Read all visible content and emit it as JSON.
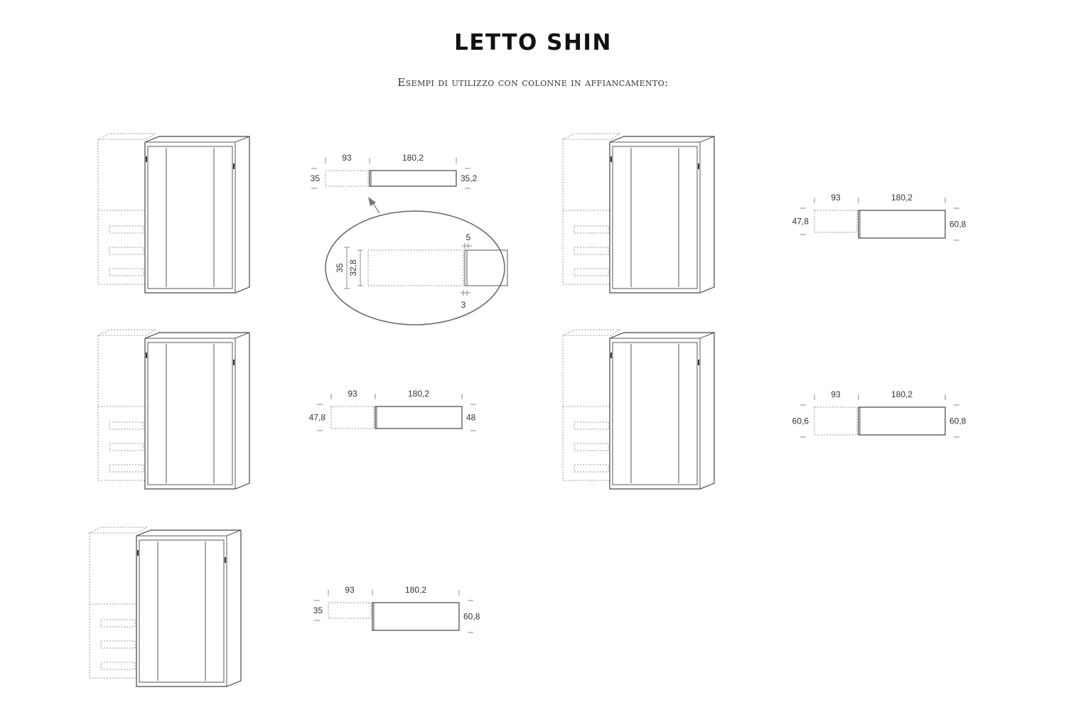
{
  "header": {
    "title": "LETTO SHIN",
    "subtitle": "Esempi di utilizzo con colonne in affiancamento:"
  },
  "examples": [
    {
      "left": "35",
      "top_left": "93",
      "top_right": "180,2",
      "right": "35,2"
    },
    {
      "left": "47,8",
      "top_left": "93",
      "top_right": "180,2",
      "right": "60,8"
    },
    {
      "left": "47,8",
      "top_left": "93",
      "top_right": "180,2",
      "right": "48"
    },
    {
      "left": "60,6",
      "top_left": "93",
      "top_right": "180,2",
      "right": "60,8"
    },
    {
      "left": "35",
      "top_left": "93",
      "top_right": "180,2",
      "right": "60,8"
    }
  ],
  "detail": {
    "outer_height": "35",
    "inner_height": "32,8",
    "top_gap": "5",
    "bottom_gap": "3"
  }
}
